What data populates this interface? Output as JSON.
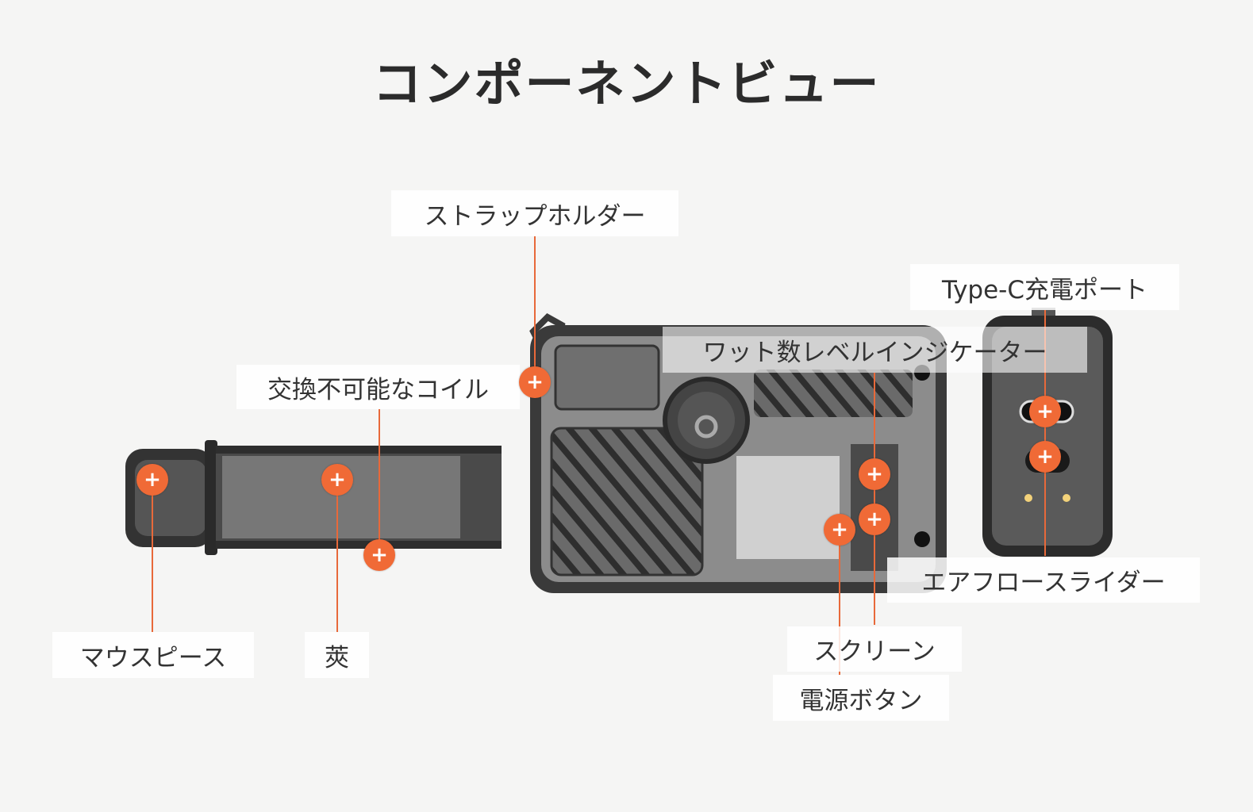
{
  "title": "コンポーネントビュー",
  "labels": {
    "strap_holder": "ストラップホルダー",
    "type_c_port": "Type-C充電ポート",
    "wattage_indicator": "ワット数レベルインジケーター",
    "coil": "交換不可能なコイル",
    "airflow_slider": "エアフロースライダー",
    "mouthpiece": "マウスピース",
    "pod": "莢",
    "screen": "スクリーン",
    "power_button": "電源ボタン"
  },
  "hotspot_symbol": "+",
  "colors": {
    "accent": "#f06a36",
    "background": "#f5f5f4",
    "device": "#3a3a3a"
  }
}
